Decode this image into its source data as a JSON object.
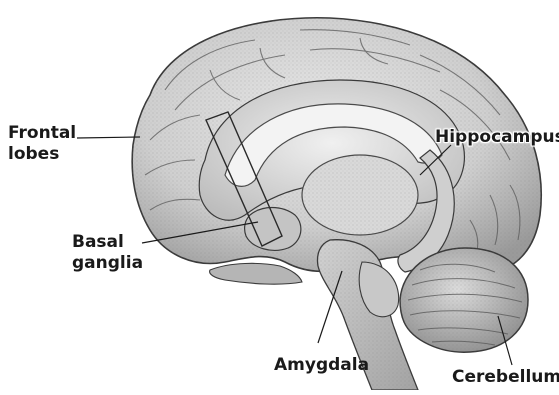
{
  "labels": {
    "frontal": [
      "Frontal",
      "lobes"
    ],
    "hippocampus": "Hippocampus",
    "basal": [
      "Basal",
      "ganglia"
    ],
    "amygdala": "Amygdala",
    "cerebellum": "Cerebellum"
  },
  "colors": {
    "ink": "#1a1a1a",
    "tissue_light": "#e4e4e4",
    "tissue_mid": "#c9c9c9",
    "tissue_dark": "#9c9c9c",
    "outline": "#3a3a3a"
  }
}
